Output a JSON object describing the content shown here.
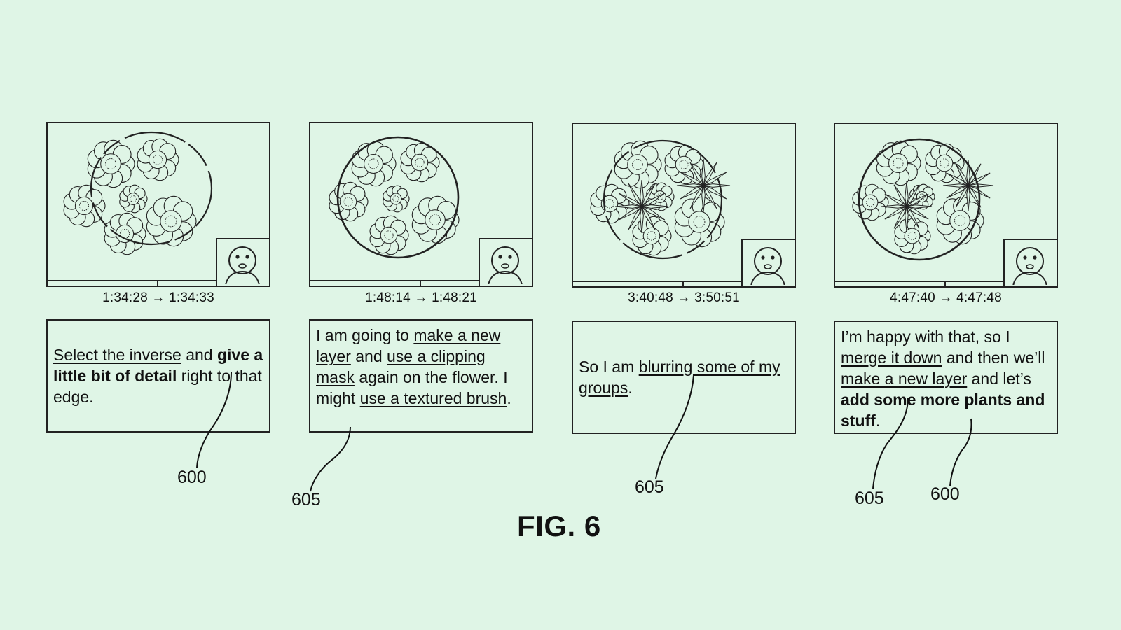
{
  "figure_label": "FIG. 6",
  "panels": [
    {
      "timecode": "1:34:28 → 1:34:33",
      "caption": [
        {
          "t": "Select the inverse",
          "s": "u"
        },
        {
          "t": " and ",
          "s": ""
        },
        {
          "t": "give a little bit of detail",
          "s": "b"
        },
        {
          "t": " right to that edge.",
          "s": ""
        }
      ],
      "icons": [
        "flower-icon",
        "dashed-circle-selection-icon",
        "webcam-face-icon"
      ]
    },
    {
      "timecode": "1:48:14 → 1:48:21",
      "caption": [
        {
          "t": "I am going to ",
          "s": ""
        },
        {
          "t": "make a new layer",
          "s": "u"
        },
        {
          "t": " and ",
          "s": ""
        },
        {
          "t": "use a clipping mask",
          "s": "u"
        },
        {
          "t": " again on the flower. I might ",
          "s": ""
        },
        {
          "t": "use a textured brush",
          "s": "u"
        },
        {
          "t": ".",
          "s": ""
        }
      ],
      "icons": [
        "flower-icon",
        "solid-circle-icon",
        "webcam-face-icon"
      ]
    },
    {
      "timecode": "3:40:48 → 3:50:51",
      "caption": [
        {
          "t": "So I am ",
          "s": ""
        },
        {
          "t": "blurring some of my groups",
          "s": "u"
        },
        {
          "t": ".",
          "s": ""
        }
      ],
      "icons": [
        "flower-icon",
        "plant-icon",
        "dashed-circle-selection-icon",
        "webcam-face-icon"
      ]
    },
    {
      "timecode": "4:47:40 → 4:47:48",
      "caption": [
        {
          "t": "I’m happy with that, so I ",
          "s": ""
        },
        {
          "t": "merge it down",
          "s": "u"
        },
        {
          "t": " and then we’ll ",
          "s": ""
        },
        {
          "t": "make a new layer",
          "s": "u"
        },
        {
          "t": " and let’s ",
          "s": ""
        },
        {
          "t": "add some more plants and stuff",
          "s": "b"
        },
        {
          "t": ".",
          "s": ""
        }
      ],
      "icons": [
        "flower-icon",
        "plant-icon",
        "solid-circle-icon",
        "webcam-face-icon"
      ]
    }
  ],
  "references": [
    "600",
    "605",
    "605",
    "605",
    "600"
  ]
}
